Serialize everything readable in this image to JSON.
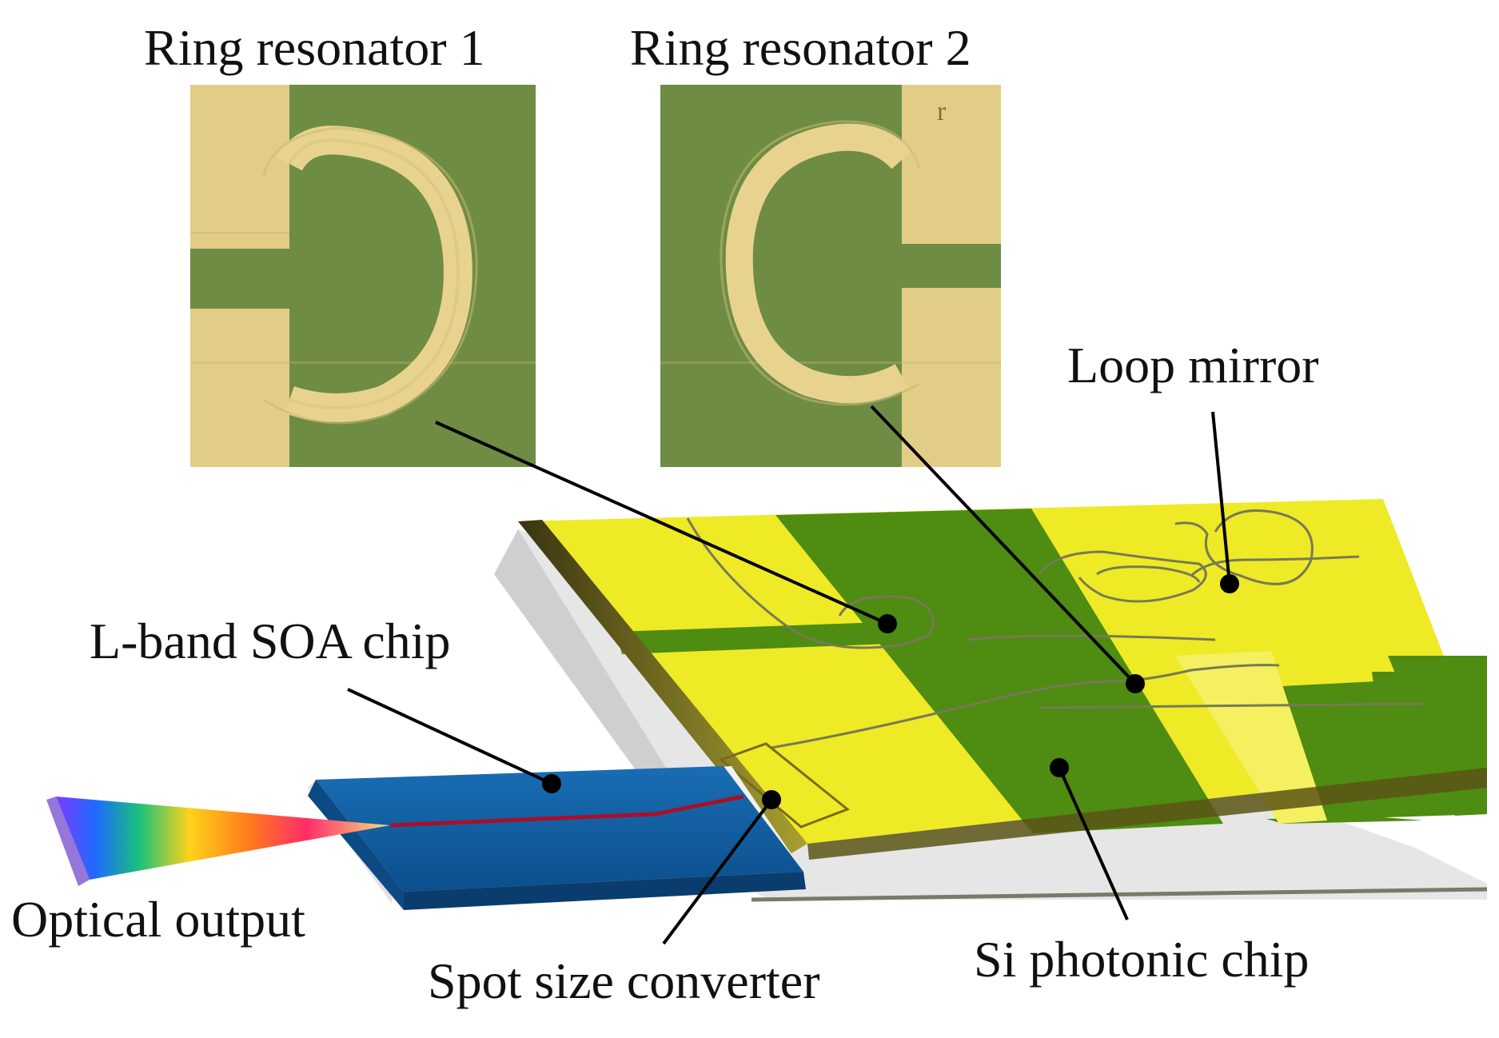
{
  "labels": {
    "ring_resonator_1": "Ring resonator 1",
    "ring_resonator_2": "Ring resonator 2",
    "loop_mirror": "Loop mirror",
    "soa_chip": "L-band SOA chip",
    "optical_output": "Optical output",
    "spot_size_converter": "Spot size converter",
    "si_photonic_chip": "Si photonic chip"
  },
  "colors": {
    "micrograph_metal": "#e6d08a",
    "micrograph_green": "#6b8a3e",
    "chip_yellow": "#f2ee2a",
    "chip_green": "#4f8f12",
    "soa_blue": "#0f5a9c",
    "waveguide_red": "#b0122a",
    "leader_line": "#000000"
  }
}
